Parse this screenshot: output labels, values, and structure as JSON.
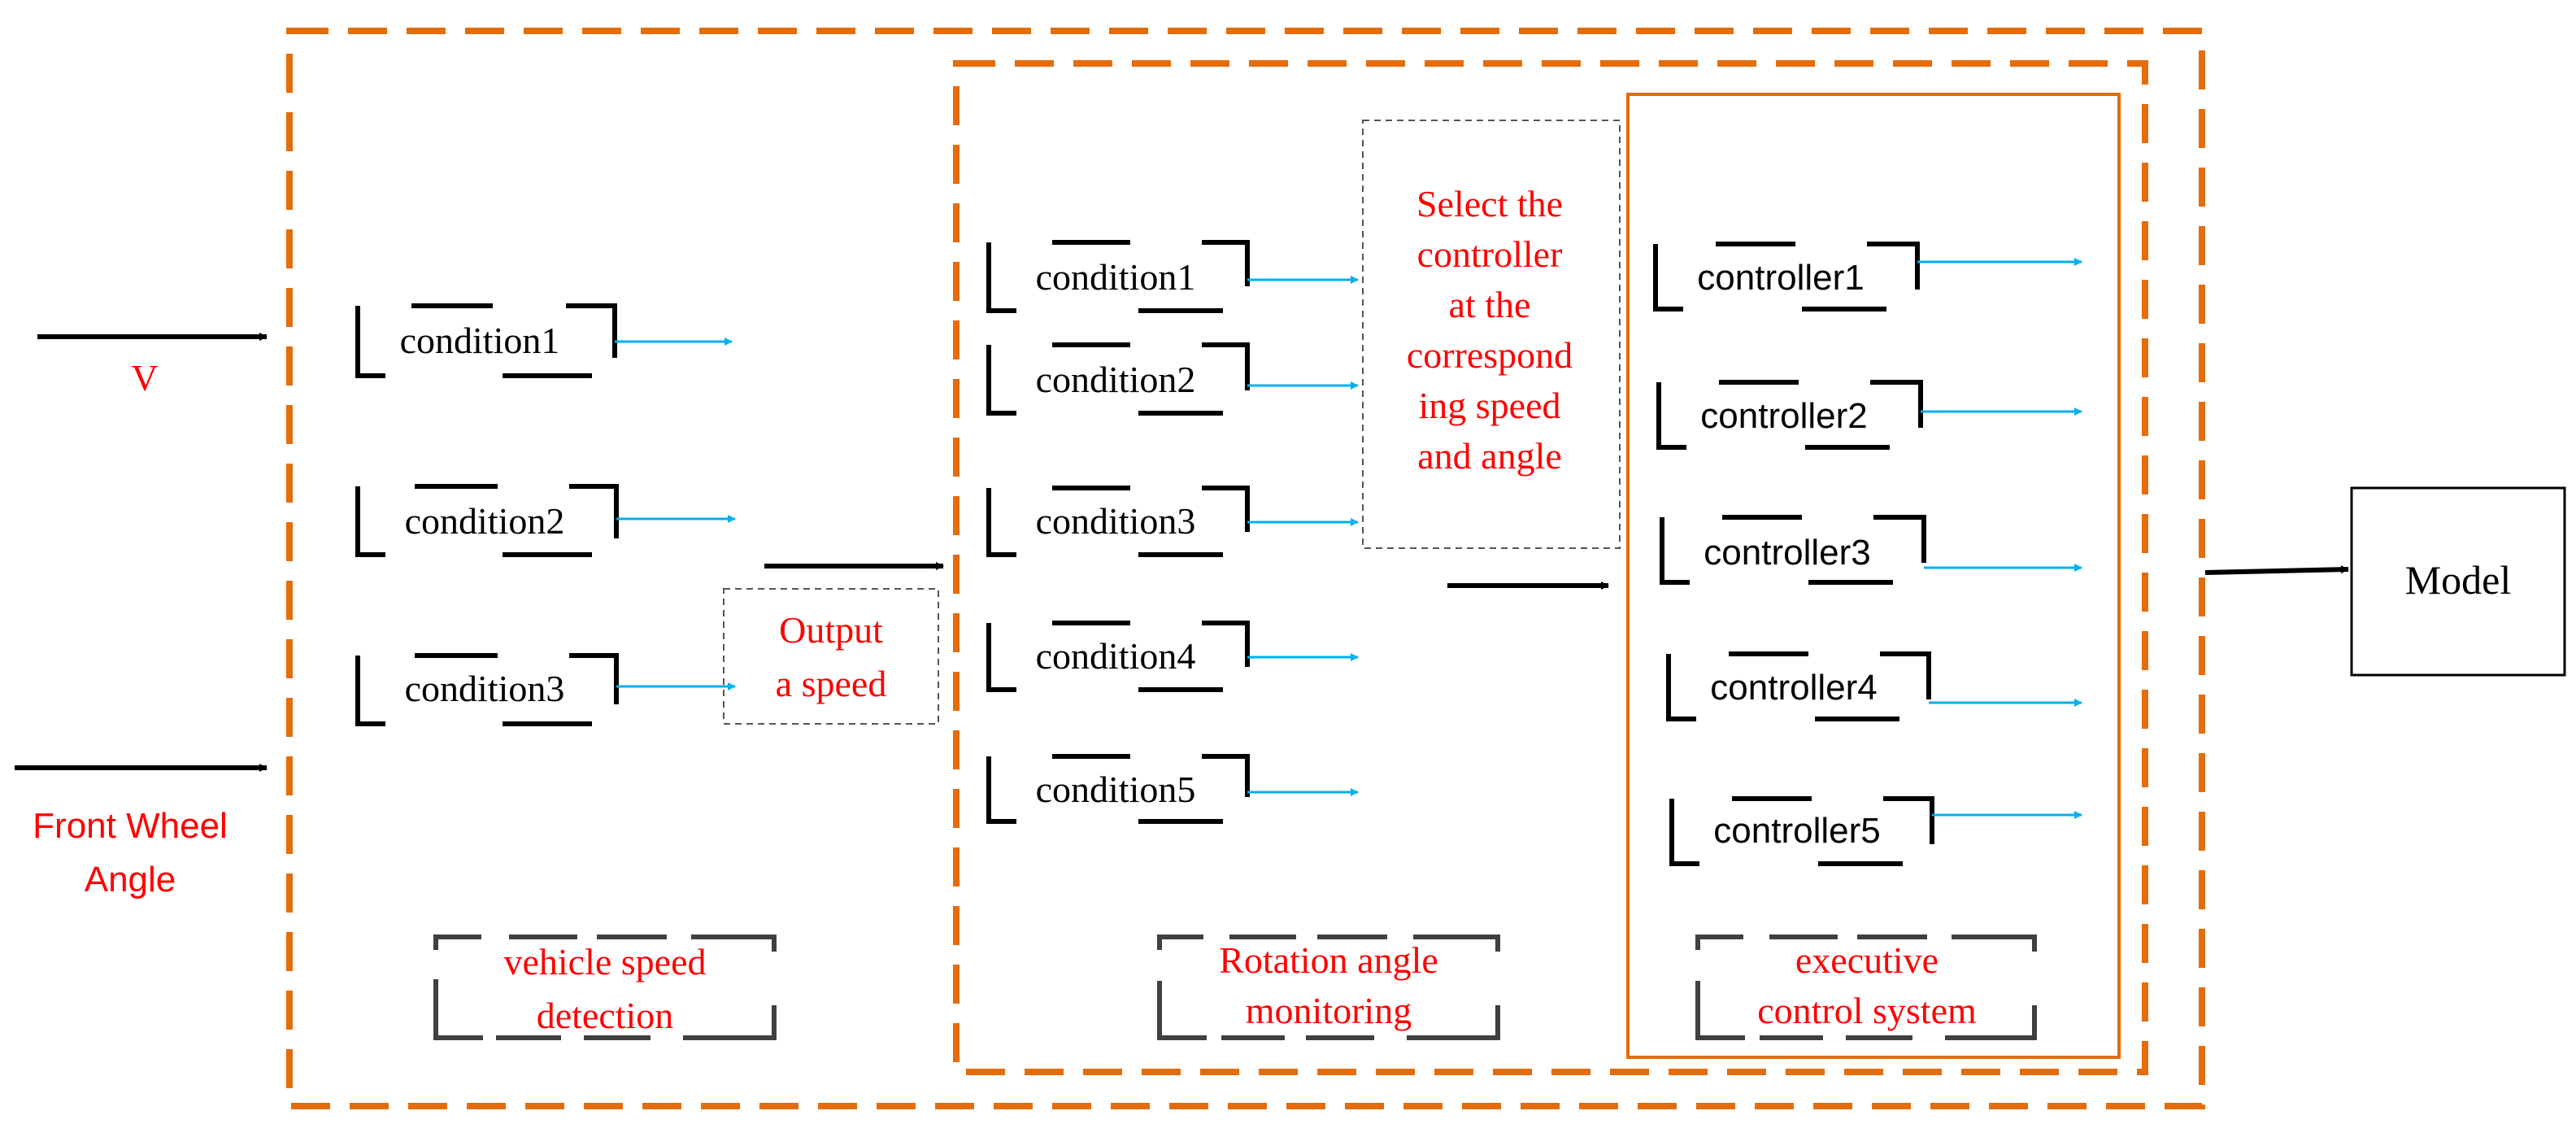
{
  "colors": {
    "frame": "#E46C0A",
    "blue_arrow": "#00B0F0",
    "black": "#000000",
    "red_text": "#FF0000",
    "label_bracket": "#404040",
    "dashed_box": "#555555"
  },
  "inputs": {
    "v_label": "V",
    "front_wheel_line1": "Front Wheel",
    "front_wheel_line2": "Angle"
  },
  "speed_detection": {
    "conditions": [
      "condition1",
      "condition2",
      "condition3"
    ],
    "label_line1": "vehicle speed",
    "label_line2": "detection"
  },
  "output_speed": {
    "line1": "Output",
    "line2": "a speed"
  },
  "angle_monitoring": {
    "conditions": [
      "condition1",
      "condition2",
      "condition3",
      "condition4",
      "condition5"
    ],
    "label_line1": "Rotation angle",
    "label_line2": "monitoring"
  },
  "select_controller": {
    "lines": [
      "Select the",
      "controller",
      "at the",
      "correspond",
      "ing speed",
      "and angle"
    ]
  },
  "executive_control": {
    "controllers": [
      "controller1",
      "controller2",
      "controller3",
      "controller4",
      "controller5"
    ],
    "label_line1": "executive",
    "label_line2": "control system"
  },
  "model": {
    "label": "Model"
  }
}
